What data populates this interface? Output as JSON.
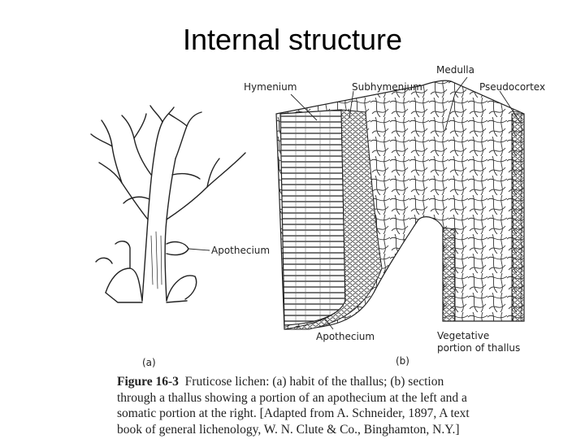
{
  "slide": {
    "title": "Internal structure"
  },
  "labels": {
    "medulla": "Medulla",
    "hymenium": "Hymenium",
    "subhymenium": "Subhymenium",
    "pseudocortex": "Pseudocortex",
    "apothecium_left": "Apothecium",
    "apothecium_bottom": "Apothecium",
    "vegetative_line1": "Vegetative",
    "vegetative_line2": "portion of thallus",
    "panel_a": "(a)",
    "panel_b": "(b)"
  },
  "caption": {
    "figure_no": "Figure 16-3",
    "line1_rest": "Fruticose lichen: (a) habit of the thallus; (b) section",
    "line2": "through a thallus showing a portion of an apothecium at the left and a",
    "line3": "somatic portion at the right. [Adapted from A. Schneider, 1897, A text",
    "line4": "book of general lichenology, W. N. Clute & Co., Binghamton, N.Y.]"
  }
}
